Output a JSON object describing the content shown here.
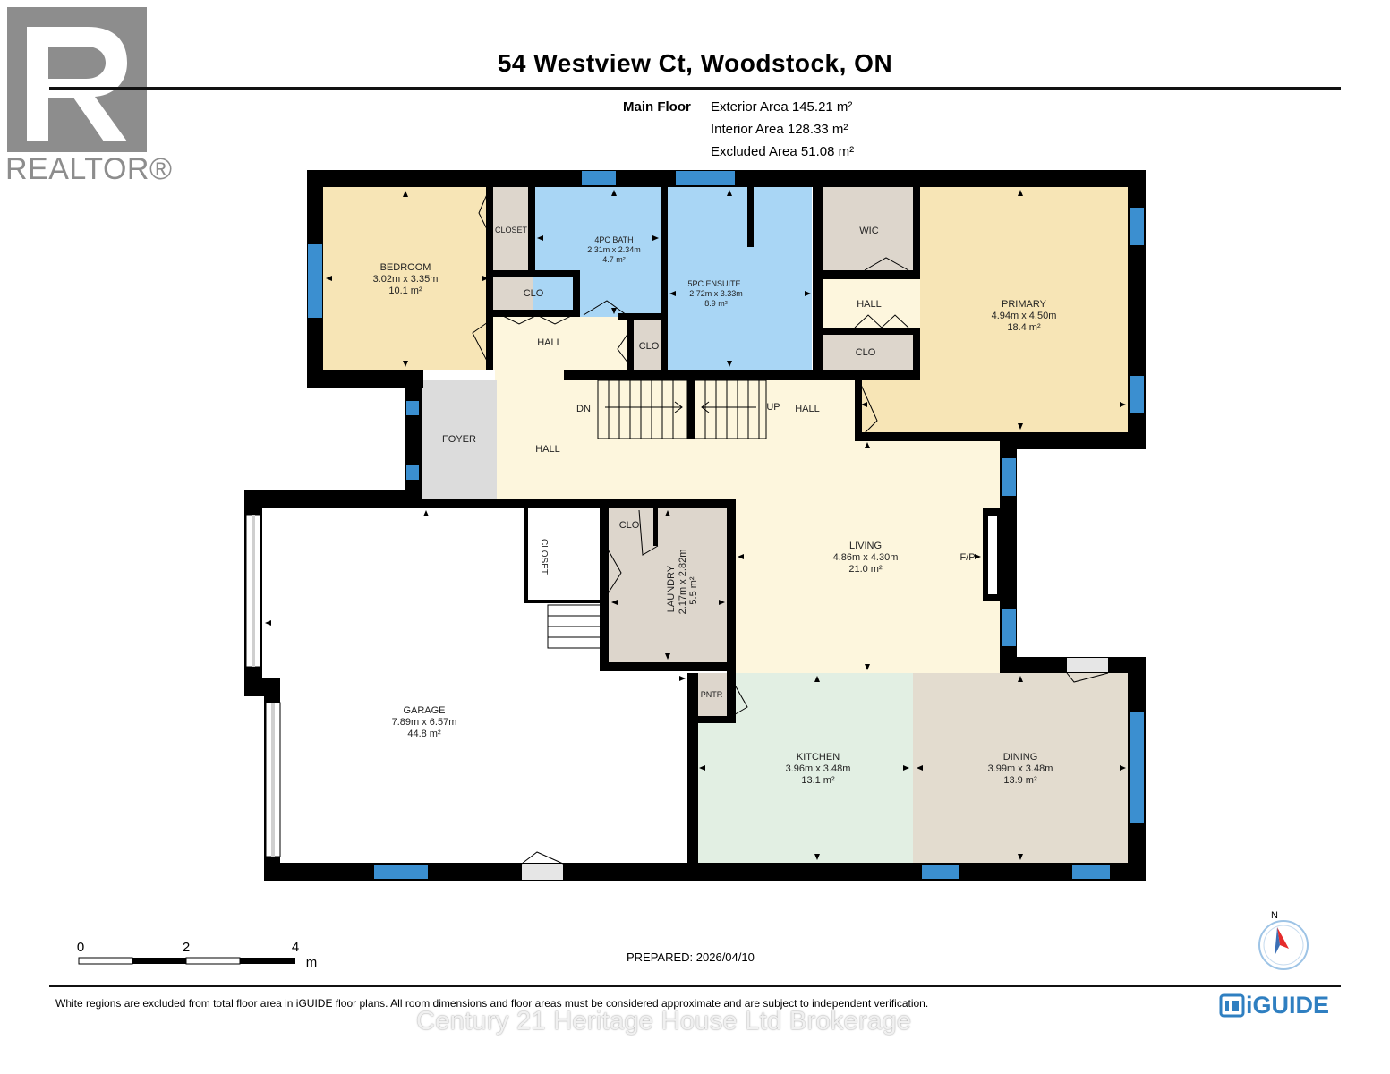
{
  "header": {
    "title": "54 Westview Ct, Woodstock, ON",
    "floor_label": "Main Floor",
    "areas": [
      "Exterior Area 145.21 m²",
      "Interior Area 128.33 m²",
      "Excluded Area 51.08 m²"
    ]
  },
  "rooms": {
    "bedroom": {
      "name": "BEDROOM",
      "dims": "3.02m x 3.35m",
      "area": "10.1 m²"
    },
    "closet_top": {
      "name": "CLOSET"
    },
    "bath": {
      "name": "4PC BATH",
      "dims": "2.31m x 2.34m",
      "area": "4.7 m²"
    },
    "ensuite": {
      "name": "5PC ENSUITE",
      "dims": "2.72m x 3.33m",
      "area": "8.9 m²"
    },
    "wic": {
      "name": "WIC"
    },
    "primary": {
      "name": "PRIMARY",
      "dims": "4.94m x 4.50m",
      "area": "18.4 m²"
    },
    "clo1": {
      "name": "CLO"
    },
    "clo2": {
      "name": "CLO"
    },
    "clo3": {
      "name": "CLO"
    },
    "clo4": {
      "name": "CLO"
    },
    "hall1": {
      "name": "HALL"
    },
    "hall2": {
      "name": "HALL"
    },
    "hall3": {
      "name": "HALL"
    },
    "hall4": {
      "name": "HALL"
    },
    "foyer": {
      "name": "FOYER"
    },
    "dn": {
      "name": "DN"
    },
    "up": {
      "name": "UP"
    },
    "closet_garage": {
      "name": "CLOSET"
    },
    "laundry": {
      "name": "LAUNDRY",
      "dims": "2.17m x 2.82m",
      "area": "5.5 m²"
    },
    "living": {
      "name": "LIVING",
      "dims": "4.86m x 4.30m",
      "area": "21.0 m²"
    },
    "fp": {
      "name": "F/P"
    },
    "pntr": {
      "name": "PNTR"
    },
    "garage": {
      "name": "GARAGE",
      "dims": "7.89m x 6.57m",
      "area": "44.8 m²"
    },
    "kitchen": {
      "name": "KITCHEN",
      "dims": "3.96m x 3.48m",
      "area": "13.1 m²"
    },
    "dining": {
      "name": "DINING",
      "dims": "3.99m x 3.48m",
      "area": "13.9 m²"
    }
  },
  "scale": {
    "ticks": [
      "0",
      "2",
      "4"
    ],
    "unit": "m"
  },
  "compass": {
    "label": "N"
  },
  "prepared": "PREPARED: 2026/04/10",
  "disclaimer": "White regions are excluded from total floor area in iGUIDE floor plans. All room dimensions and floor areas must be considered approximate and are subject to independent verification.",
  "watermark": "Century 21 Heritage House Ltd Brokerage",
  "logos": {
    "realtor": "REALTOR®",
    "iguide": "iGUIDE"
  },
  "colors": {
    "wall": "#000000",
    "window": "#3b8fd0",
    "bedroom_fill": "#f7e5b6",
    "bath_fill": "#a9d6f5",
    "closet_fill": "#ddd6cc",
    "hall_fill": "#fdf6dd",
    "foyer_fill": "#dcdcdc",
    "kitchen_fill": "#e2efe3",
    "dining_fill": "#e3dccf",
    "laundry_fill": "#ddd6cc"
  }
}
